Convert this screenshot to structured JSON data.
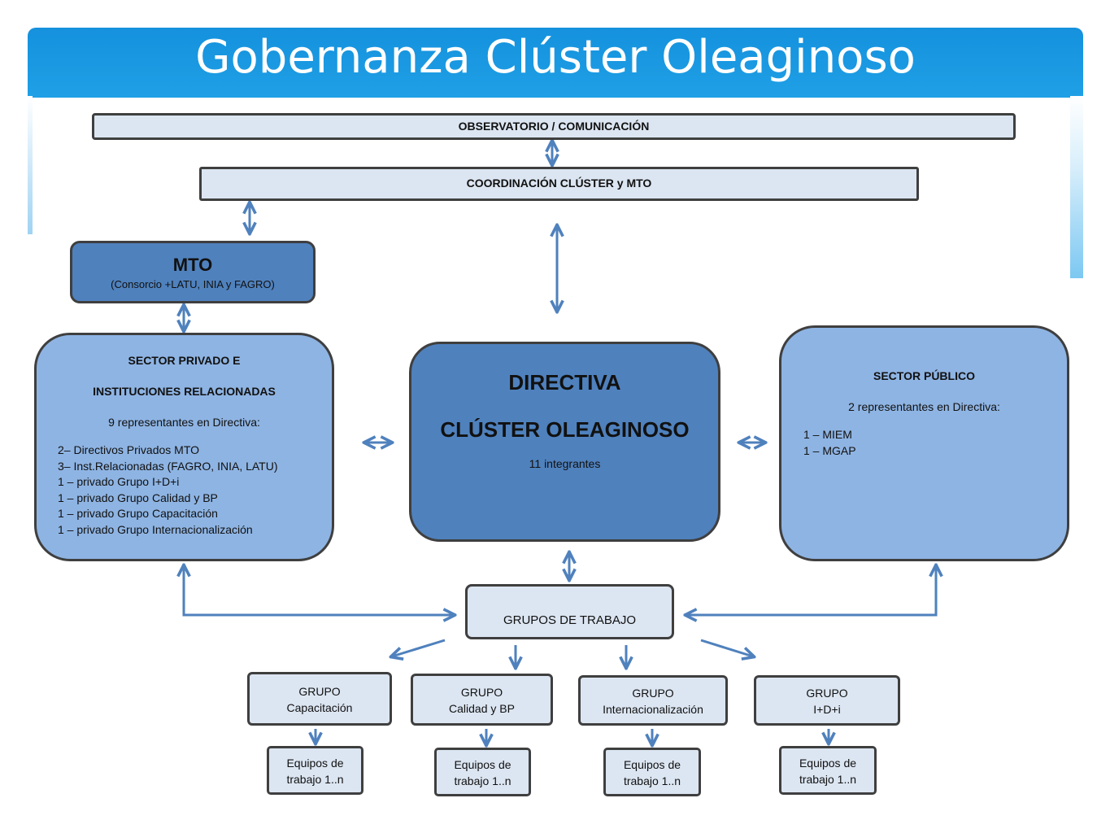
{
  "title": "Gobernanza Clúster Oleaginoso",
  "colors": {
    "header": "#1591dd",
    "arrow": "#4f81bd",
    "box_dark": "#4f81bd",
    "box_mid": "#8eb4e3",
    "box_light": "#dce6f2"
  },
  "observatorio": "OBSERVATORIO / COMUNICACIÓN",
  "coordinacion": "COORDINACIÓN CLÚSTER y MTO",
  "mto": {
    "title": "MTO",
    "subtitle": "(Consorcio +LATU, INIA y FAGRO)"
  },
  "sector_privado": {
    "title1": "SECTOR PRIVADO E",
    "title2": "INSTITUCIONES RELACIONADAS",
    "subtitle": "9 representantes en Directiva:",
    "items": [
      "2– Directivos  Privados MTO",
      "3– Inst.Relacionadas (FAGRO, INIA, LATU)",
      "1 – privado  Grupo I+D+i",
      "1 – privado Grupo Calidad y BP",
      "1 – privado Grupo Capacitación",
      "1 – privado  Grupo Internacionalización"
    ]
  },
  "directiva": {
    "title1": "DIRECTIVA",
    "title2": "CLÚSTER OLEAGINOSO",
    "subtitle": "11 integrantes"
  },
  "sector_publico": {
    "title": "SECTOR PÚBLICO",
    "subtitle": "2 representantes en Directiva:",
    "items": [
      "1 – MIEM",
      "1 – MGAP"
    ]
  },
  "grupos_trabajo": "GRUPOS DE TRABAJO",
  "grupos": [
    {
      "line1": "GRUPO",
      "line2": "Capacitación"
    },
    {
      "line1": "GRUPO",
      "line2": "Calidad y BP"
    },
    {
      "line1": "GRUPO",
      "line2": "Internacionalización"
    },
    {
      "line1": "GRUPO",
      "line2": "I+D+i"
    }
  ],
  "equipos": [
    {
      "line1": "Equipos de",
      "line2": "trabajo 1..n"
    },
    {
      "line1": "Equipos de",
      "line2": "trabajo 1..n"
    },
    {
      "line1": "Equipos de",
      "line2": "trabajo 1..n"
    },
    {
      "line1": "Equipos de",
      "line2": "trabajo 1..n"
    }
  ]
}
